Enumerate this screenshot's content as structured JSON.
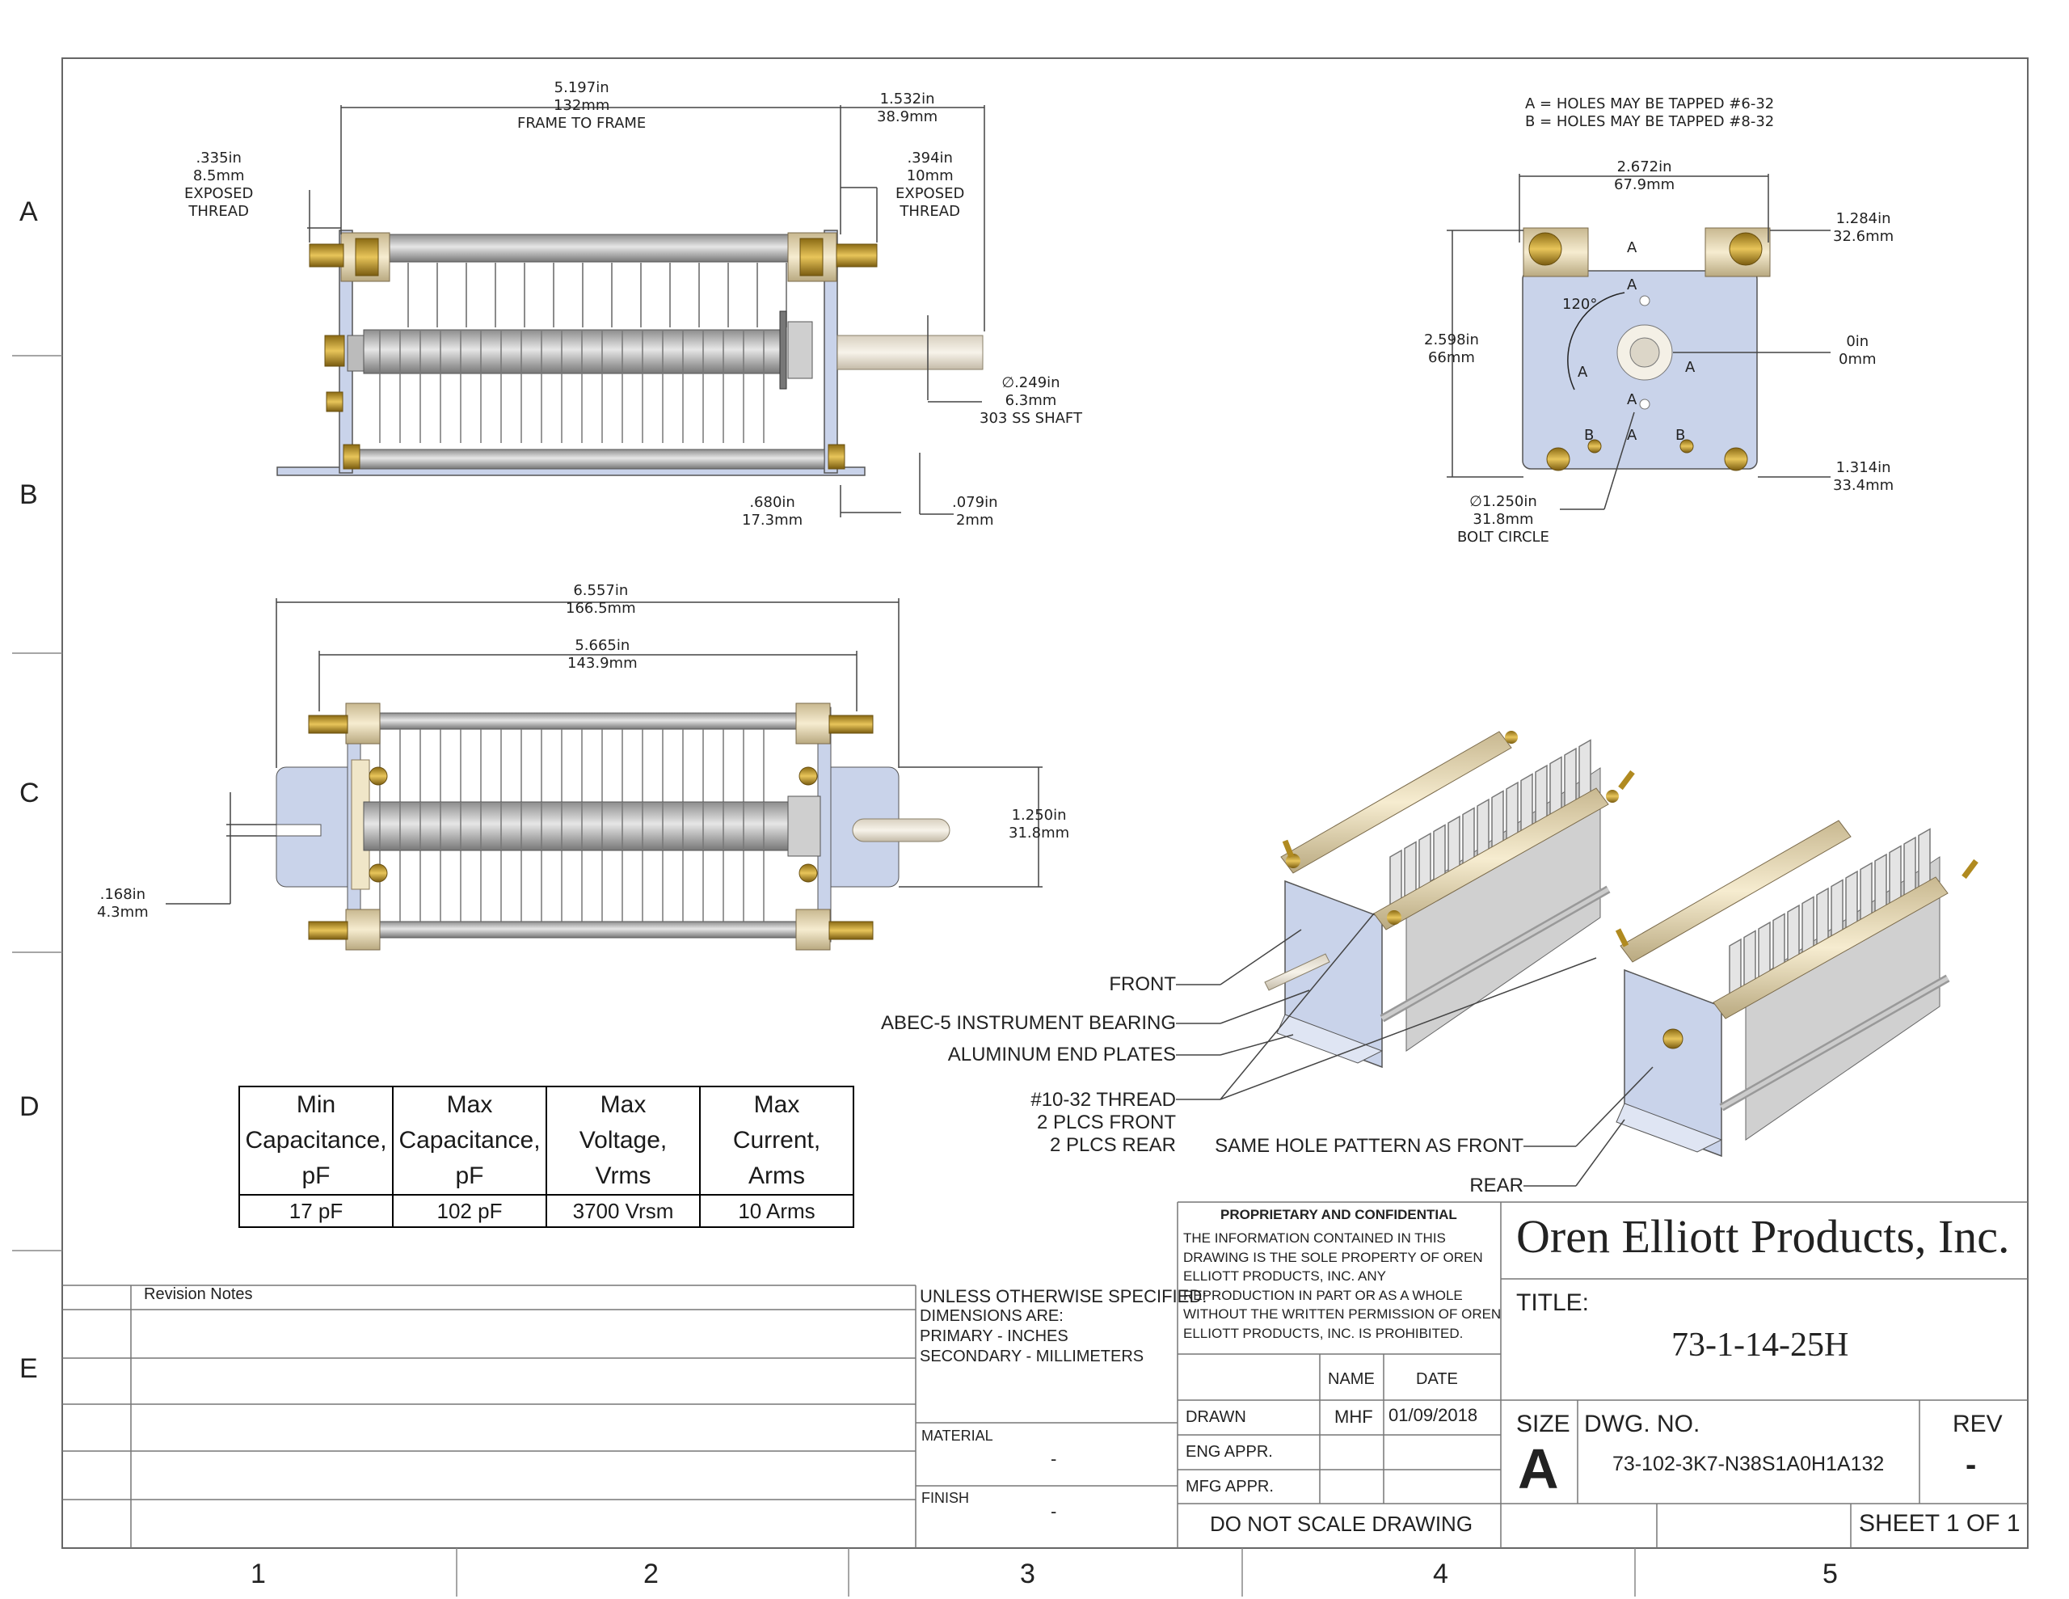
{
  "zones": {
    "rows": [
      "A",
      "B",
      "C",
      "D",
      "E"
    ],
    "columns": [
      "1",
      "2",
      "3",
      "4",
      "5"
    ]
  },
  "dimensions": {
    "frame_to_frame": [
      "5.197in",
      "132mm",
      "FRAME TO FRAME"
    ],
    "right_exposed_total": [
      "1.532in",
      "38.9mm"
    ],
    "left_exposed_thread": [
      ".335in",
      "8.5mm",
      "EXPOSED",
      "THREAD"
    ],
    "right_exposed_thread": [
      ".394in",
      "10mm",
      "EXPOSED",
      "THREAD"
    ],
    "shaft": [
      "∅.249in",
      "6.3mm",
      "303 SS SHAFT"
    ],
    "shaft_offset": [
      ".680in",
      "17.3mm"
    ],
    "plate_thickness": [
      ".079in",
      "2mm"
    ],
    "overall_length": [
      "6.557in",
      "166.5mm"
    ],
    "mount_length": [
      "5.665in",
      "143.9mm"
    ],
    "mount_height": [
      "1.250in",
      "31.8mm"
    ],
    "slot_width": [
      ".168in",
      "4.3mm"
    ],
    "hole_notes": [
      "A = HOLES MAY BE TAPPED #6-32",
      "B = HOLES MAY BE TAPPED #8-32"
    ],
    "end_width": [
      "2.672in",
      "67.9mm"
    ],
    "end_top": [
      "1.284in",
      "32.6mm"
    ],
    "end_height": [
      "2.598in",
      "66mm"
    ],
    "end_zero": [
      "0in",
      "0mm"
    ],
    "end_bottom": [
      "1.314in",
      "33.4mm"
    ],
    "angle": "120°",
    "bolt_circle": [
      "∅1.250in",
      "31.8mm",
      "BOLT CIRCLE"
    ],
    "hole_letters": [
      "A",
      "A",
      "A",
      "A",
      "A",
      "A",
      "B",
      "B"
    ]
  },
  "callouts": {
    "front": "FRONT",
    "bearing": "ABEC-5 INSTRUMENT BEARING",
    "plates": "ALUMINUM END PLATES",
    "thread": [
      "#10-32 THREAD",
      "2 PLCS FRONT",
      "2 PLCS REAR"
    ],
    "same_pattern": "SAME HOLE PATTERN AS FRONT",
    "rear": "REAR"
  },
  "spec_table": {
    "headers": [
      [
        "Min",
        "Capacitance,",
        "pF"
      ],
      [
        "Max",
        "Capacitance,",
        "pF"
      ],
      [
        "Max",
        "Voltage,",
        "Vrms"
      ],
      [
        "Max",
        "Current,",
        "Arms"
      ]
    ],
    "values": [
      "17 pF",
      "102 pF",
      "3700 Vrsm",
      "10 Arms"
    ]
  },
  "title_block": {
    "revision_notes": "Revision Notes",
    "tolerance": [
      "UNLESS OTHERWISE SPECIFIED:",
      "DIMENSIONS ARE:",
      "PRIMARY - INCHES",
      "SECONDARY - MILLIMETERS"
    ],
    "proprietary_title": "PROPRIETARY AND CONFIDENTIAL",
    "proprietary_text": [
      "THE INFORMATION CONTAINED IN THIS",
      "DRAWING IS THE SOLE PROPERTY OF OREN",
      "ELLIOTT PRODUCTS, INC.  ANY",
      "REPRODUCTION IN PART OR AS A WHOLE",
      "WITHOUT THE WRITTEN PERMISSION OF OREN",
      "ELLIOTT PRODUCTS, INC.  IS PROHIBITED."
    ],
    "company": "Oren Elliott Products, Inc.",
    "title_label": "TITLE:",
    "title_value": "73-1-14-25H",
    "name_header": "NAME",
    "date_header": "DATE",
    "drawn_label": "DRAWN",
    "drawn_name": "MHF",
    "drawn_date": "01/09/2018",
    "eng_label": "ENG APPR.",
    "mfg_label": "MFG APPR.",
    "material_label": "MATERIAL",
    "material_value": "-",
    "finish_label": "FINISH",
    "finish_value": "-",
    "size_label": "SIZE",
    "size_value": "A",
    "dwg_label": "DWG.  NO.",
    "dwg_value": "73-102-3K7-N38S1A0H1A132",
    "rev_label": "REV",
    "rev_value": "-",
    "do_not_scale": "DO NOT SCALE DRAWING",
    "sheet": "SHEET 1 OF 1"
  },
  "colors": {
    "line": "#333333",
    "plate_blue": "#c9d3ea",
    "brass": "#c9a43a",
    "ceramic": "#eadcb8",
    "rod_grey": "#a9a9a9"
  }
}
